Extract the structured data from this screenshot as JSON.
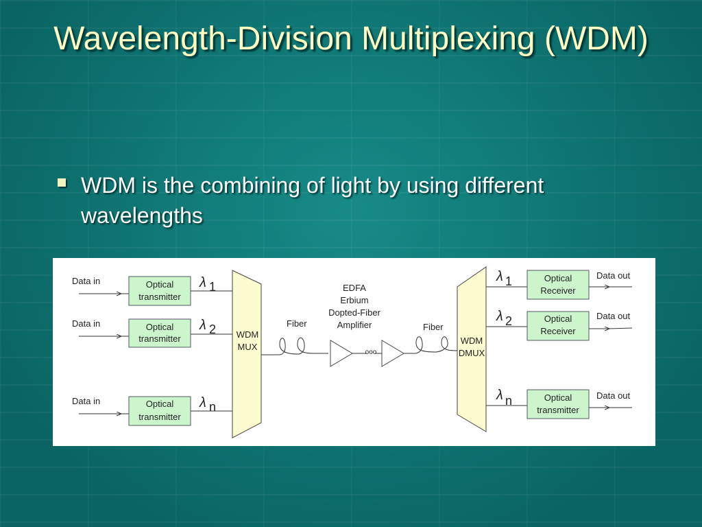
{
  "slide": {
    "title": "Wavelength-Division Multiplexing (WDM)",
    "bullet": "WDM is the combining of light by using different wavelengths"
  },
  "diagram": {
    "inputs": [
      {
        "data_label": "Data in",
        "box_line1": "Optical",
        "box_line2": "transmitter",
        "lambda": "λ",
        "sub": "1"
      },
      {
        "data_label": "Data in",
        "box_line1": "Optical",
        "box_line2": "transmitter",
        "lambda": "λ",
        "sub": "2"
      },
      {
        "data_label": "Data in",
        "box_line1": "Optical",
        "box_line2": "transmitter",
        "lambda": "λ",
        "sub": "n"
      }
    ],
    "mux_line1": "WDM",
    "mux_line2": "MUX",
    "fiber_left": "Fiber",
    "fiber_right": "Fiber",
    "edfa_line1": "EDFA",
    "edfa_line2": "Erbium",
    "edfa_line3": "Dopted-Fiber",
    "edfa_line4": "Amplifier",
    "ellipsis": "ooo",
    "dmux_line1": "WDM",
    "dmux_line2": "DMUX",
    "outputs": [
      {
        "data_label": "Data out",
        "box_line1": "Optical",
        "box_line2": "Receiver",
        "lambda": "λ",
        "sub": "1"
      },
      {
        "data_label": "Data out",
        "box_line1": "Optical",
        "box_line2": "Receiver",
        "lambda": "λ",
        "sub": "2"
      },
      {
        "data_label": "Data out",
        "box_line1": "Optical",
        "box_line2": "transmitter",
        "lambda": "λ",
        "sub": "n"
      }
    ]
  },
  "colors": {
    "background": "#0e7a78",
    "title": "#ffffc4",
    "box_fill": "#ccf5cc",
    "mux_fill": "#fdfbd0"
  }
}
